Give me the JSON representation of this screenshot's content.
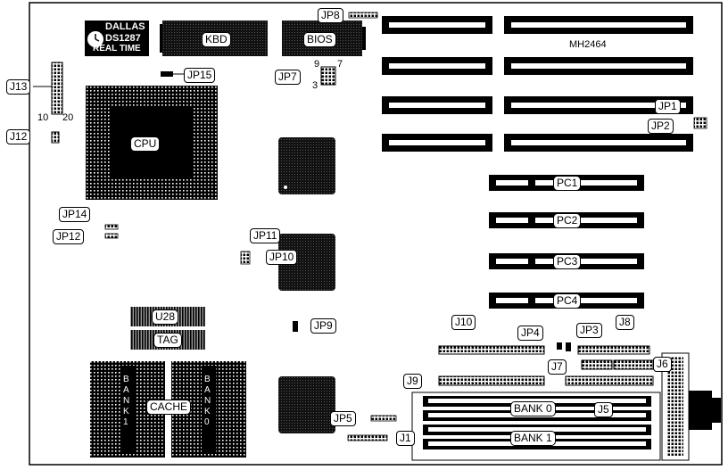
{
  "chips": {
    "dallas_line1": "DALLAS",
    "dallas_line2": "DS1287",
    "dallas_line3": "REAL TIME",
    "kbd": "KBD",
    "bios": "BIOS",
    "cpu": "CPU",
    "u28": "U28",
    "tag": "TAG",
    "cache": "CACHE",
    "bank1_vertical": "BANK1",
    "bank0_vertical": "BANK0"
  },
  "memory": {
    "mh2464": "MH2464",
    "bank0": "BANK 0",
    "bank1": "BANK 1"
  },
  "slots": [
    "PC1",
    "PC2",
    "PC3",
    "PC4"
  ],
  "jumpers": {
    "jp8": "JP8",
    "jp15": "JP15",
    "jp7": "JP7",
    "jp1": "JP1",
    "jp2": "JP2",
    "jp14": "JP14",
    "jp12": "JP12",
    "jp11": "JP11",
    "jp10": "JP10",
    "jp9": "JP9",
    "jp4": "JP4",
    "jp3": "JP3",
    "jp5": "JP5"
  },
  "connectors": {
    "j13": "J13",
    "j12": "J12",
    "j10": "J10",
    "j8": "J8",
    "j7": "J7",
    "j6": "J6",
    "j9": "J9",
    "j5": "J5",
    "j1": "J1"
  },
  "pins": {
    "j13_pin_a": "10",
    "j13_pin_b": "20",
    "jp7_pin9": "9",
    "jp7_pin7": "7",
    "jp7_pin3": "3"
  }
}
